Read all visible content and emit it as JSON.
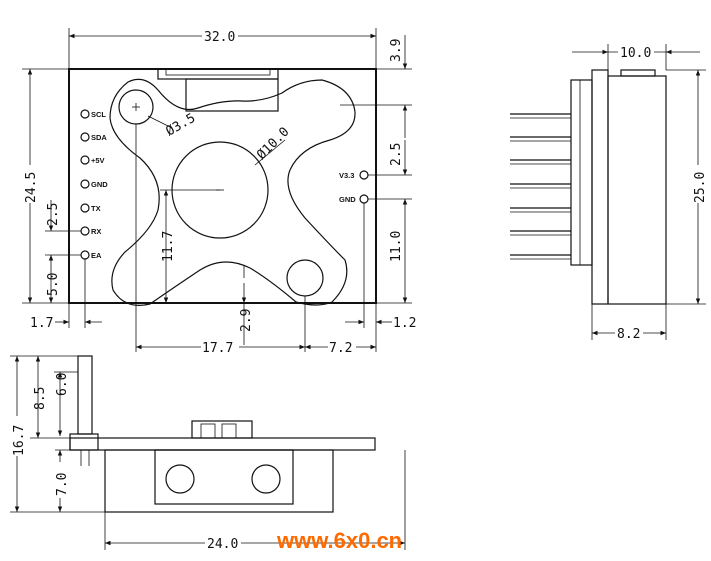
{
  "top_view": {
    "dims": {
      "width": "32.0",
      "top_offset": "3.9",
      "height": "24.5",
      "pin_pitch": "2.5",
      "pin_bottom": "5.0",
      "left_margin": "1.7",
      "right_margin": "1.2",
      "hole_small": "Ø3.5",
      "hole_large": "Ø10.0",
      "center_height": "11.7",
      "lower_gap": "2.9",
      "hole_span": "17.7",
      "hole_right": "7.2",
      "right_pitch": "2.5",
      "right_height": "11.0"
    },
    "left_pins": [
      "SCL",
      "SDA",
      "+5V",
      "GND",
      "TX",
      "RX",
      "EA"
    ],
    "right_pins": [
      "V3.3",
      "GND"
    ]
  },
  "side_view": {
    "dims": {
      "depth": "10.0",
      "height": "25.0",
      "bottom": "8.2"
    }
  },
  "front_view": {
    "dims": {
      "total_height": "16.7",
      "pin_height": "8.5",
      "pin_inner": "6.0",
      "body_height": "7.0",
      "width": "24.0"
    }
  },
  "watermark": "www.6x0.cn"
}
